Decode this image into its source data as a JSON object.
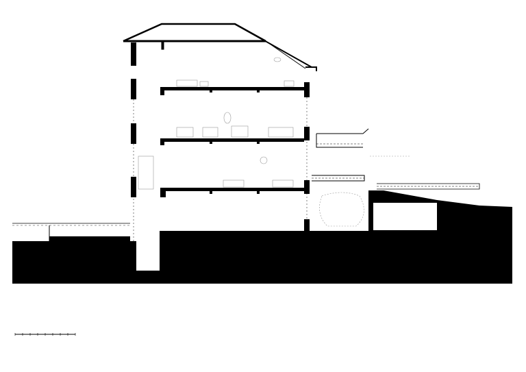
{
  "drawing": {
    "type": "architectural-section",
    "line_color": "#000000",
    "background_color": "#ffffff",
    "floors_above_ground": 3,
    "has_pitched_roof": true,
    "has_basement": true,
    "has_terrace_steps": true
  },
  "scale_bar": {
    "label": "",
    "divisions": 8
  }
}
